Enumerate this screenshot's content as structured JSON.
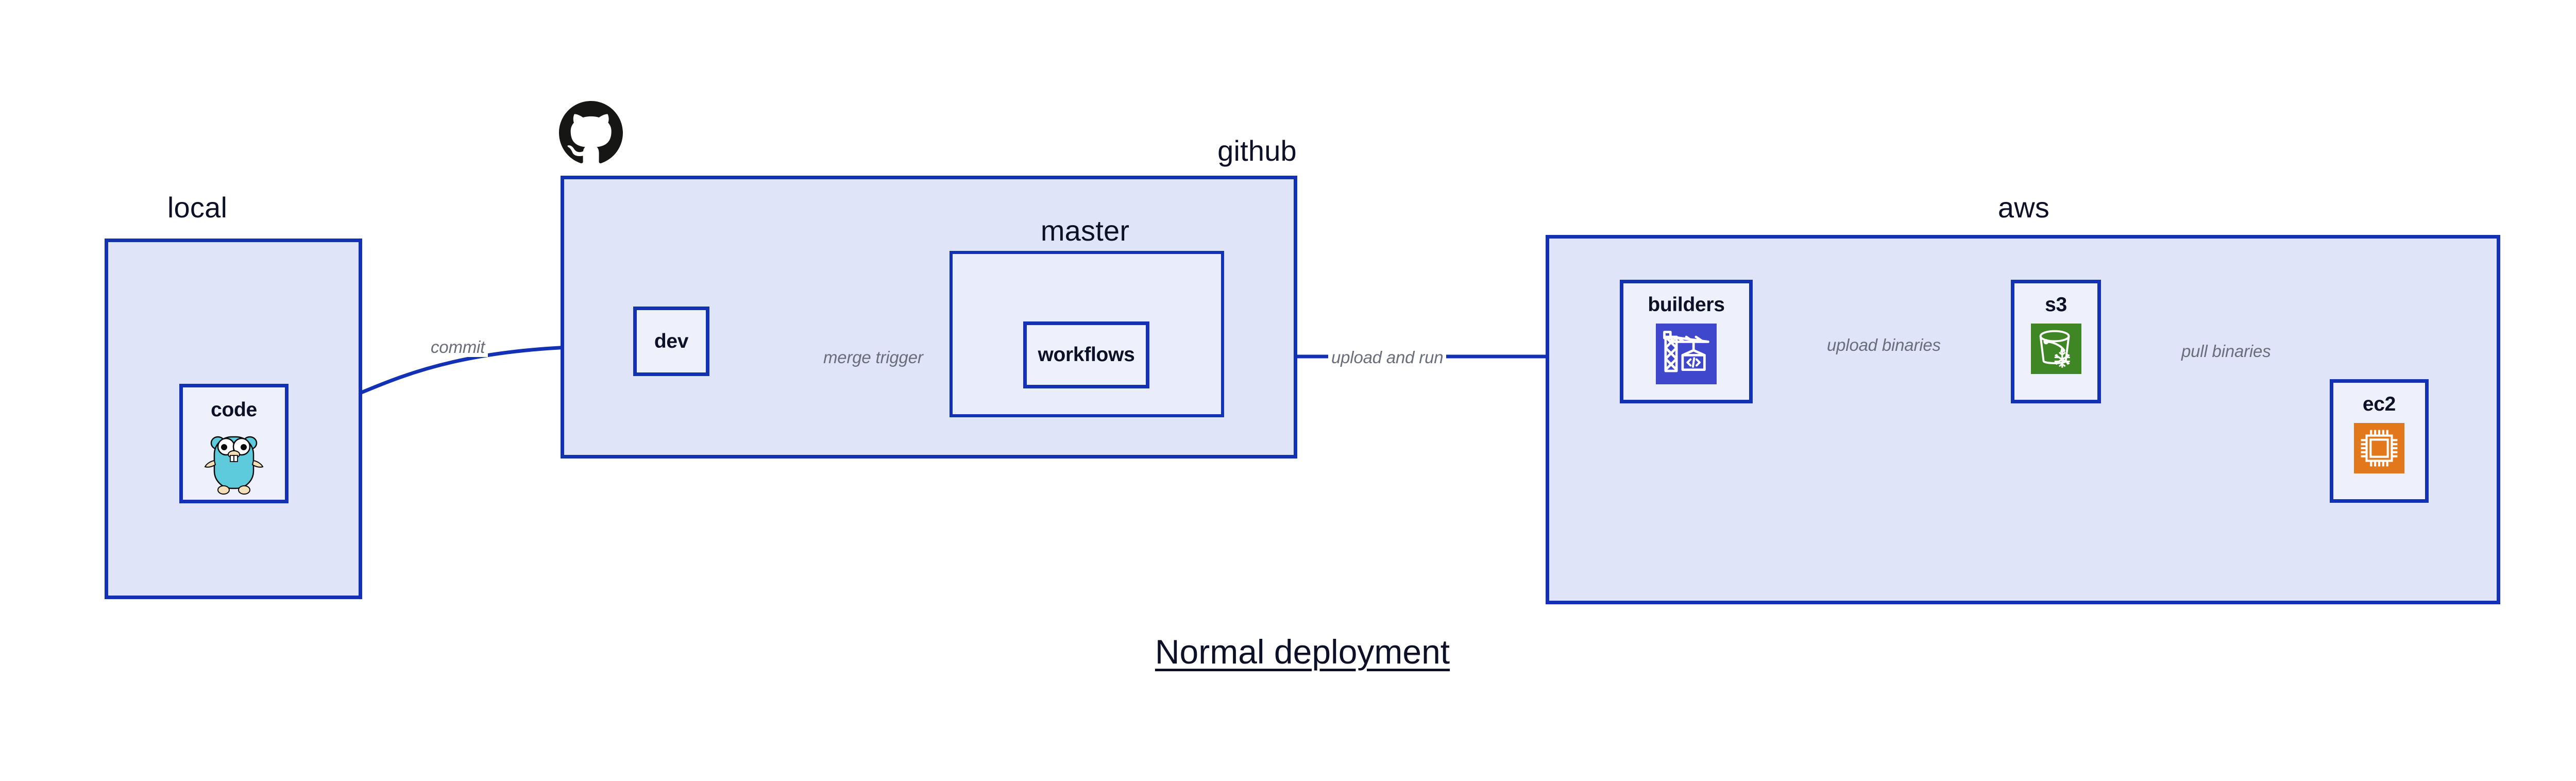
{
  "diagram": {
    "title": "Normal deployment",
    "background_color": "#ffffff",
    "accent_color": "#1331b5",
    "cluster_fill": "#e0e4f8",
    "cluster_inner_fill": "#e9edfb",
    "node_fill": "#eef1fb",
    "label_color": "#0d1127",
    "edge_label_color": "#6a6d7a"
  },
  "clusters": [
    {
      "id": "local",
      "label": "local"
    },
    {
      "id": "github",
      "label": "github"
    },
    {
      "id": "master",
      "label": "master"
    },
    {
      "id": "aws",
      "label": "aws"
    }
  ],
  "nodes": [
    {
      "id": "code",
      "label": "code",
      "icon": "go-gopher-icon",
      "parent": "local"
    },
    {
      "id": "dev",
      "label": "dev",
      "icon": "none",
      "parent": "github"
    },
    {
      "id": "workflows",
      "label": "workflows",
      "icon": "none",
      "parent": "master"
    },
    {
      "id": "builders",
      "label": "builders",
      "icon": "aws-codebuild-icon",
      "parent": "aws",
      "icon_color": "#3f48cc"
    },
    {
      "id": "s3",
      "label": "s3",
      "icon": "aws-s3-glacier-icon",
      "parent": "aws",
      "icon_color": "#3f8624"
    },
    {
      "id": "ec2",
      "label": "ec2",
      "icon": "aws-ec2-icon",
      "parent": "aws",
      "icon_color": "#e3771c"
    }
  ],
  "edges": [
    {
      "id": "commit",
      "from": "code",
      "to": "dev",
      "label": "commit"
    },
    {
      "id": "merge-trigger",
      "from": "dev",
      "to": "workflows",
      "label": "merge trigger"
    },
    {
      "id": "upload-and-run",
      "from": "workflows",
      "to": "builders",
      "label": "upload and run"
    },
    {
      "id": "upload-binaries",
      "from": "builders",
      "to": "s3",
      "label": "upload binaries"
    },
    {
      "id": "pull-binaries",
      "from": "s3",
      "to": "ec2",
      "label": "pull binaries"
    }
  ],
  "logos": [
    {
      "id": "github-logo",
      "name": "github-octocat-icon",
      "color": "#161614"
    }
  ]
}
